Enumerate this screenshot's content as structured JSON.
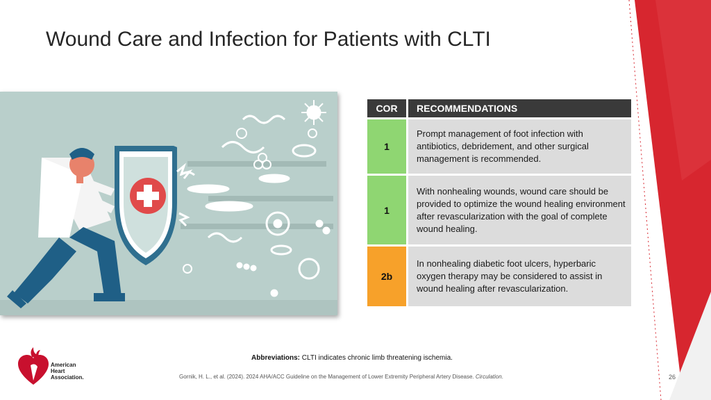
{
  "slide": {
    "title": "Wound Care and Infection for Patients with CLTI",
    "page_number": "26"
  },
  "table": {
    "header_cor": "COR",
    "header_recommendations": "RECOMMENDATIONS",
    "rows": [
      {
        "cor": "1",
        "cor_color": "#8fd672",
        "text": "Prompt management of foot infection with antibiotics, debridement, and other surgical management is recommended."
      },
      {
        "cor": "1",
        "cor_color": "#8fd672",
        "text": "With nonhealing wounds, wound care should be provided to optimize the wound healing environment after revascularization with the goal of complete wound healing."
      },
      {
        "cor": "2b",
        "cor_color": "#f7a12a",
        "text": "In nonhealing diabetic foot ulcers, hyperbaric oxygen therapy may be considered to assist in wound healing after revascularization."
      }
    ]
  },
  "footer": {
    "abbreviations_label": "Abbreviations:",
    "abbreviations_text": " CLTI indicates chronic limb threatening ischemia.",
    "citation_main": "Gornik, H. L., et al. (2024). 2024 AHA/ACC Guideline on the Management of Lower Extremity Peripheral Artery Disease. ",
    "citation_journal": "Circulation",
    "citation_end": "."
  },
  "logo": {
    "line1": "American",
    "line2": "Heart",
    "line3": "Association."
  },
  "colors": {
    "accent_red": "#d7262f",
    "header_dark": "#3a3a3a",
    "cell_gray": "#dcdcdc"
  }
}
